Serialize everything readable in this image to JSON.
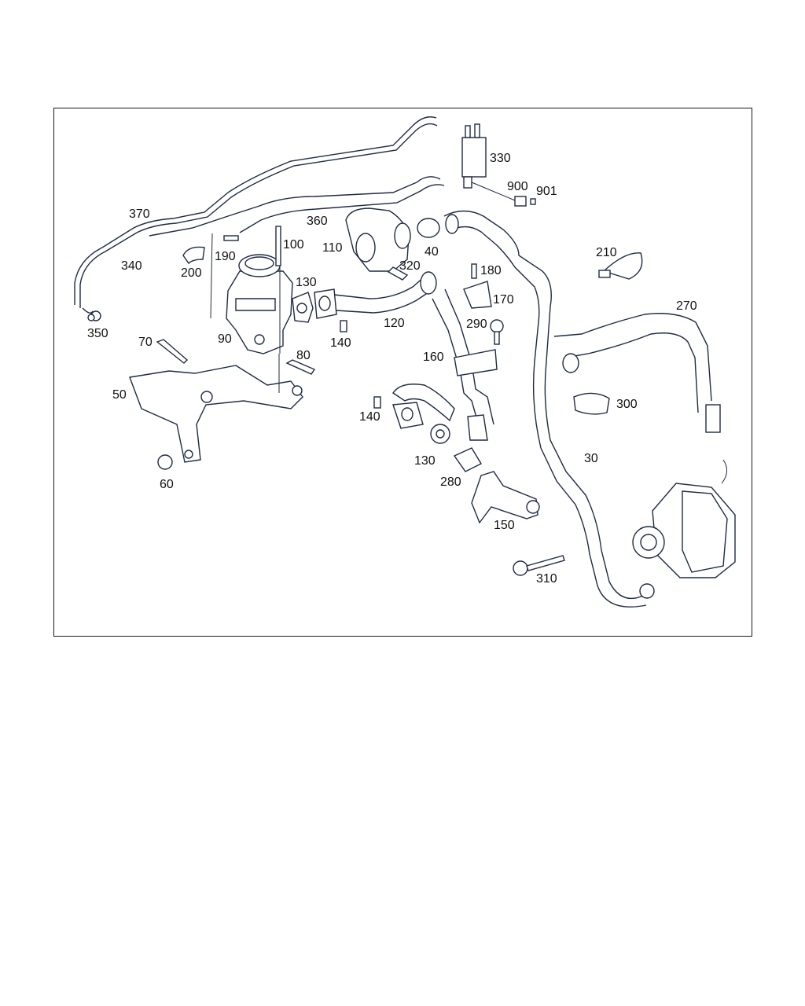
{
  "diagram": {
    "line_color": "#1f2a44",
    "callouts": [
      "370",
      "340",
      "350",
      "200",
      "190",
      "360",
      "100",
      "90",
      "130",
      "140",
      "110",
      "320",
      "40",
      "330",
      "900",
      "901",
      "210",
      "180",
      "170",
      "120",
      "290",
      "270",
      "70",
      "80",
      "160",
      "50",
      "140",
      "300",
      "130",
      "280",
      "30",
      "60",
      "150",
      "310"
    ]
  },
  "icons": {
    "air_pump": "air-pump-icon",
    "valve": "combination-valve-icon",
    "switchover_valve": "electric-switchover-valve-icon"
  }
}
